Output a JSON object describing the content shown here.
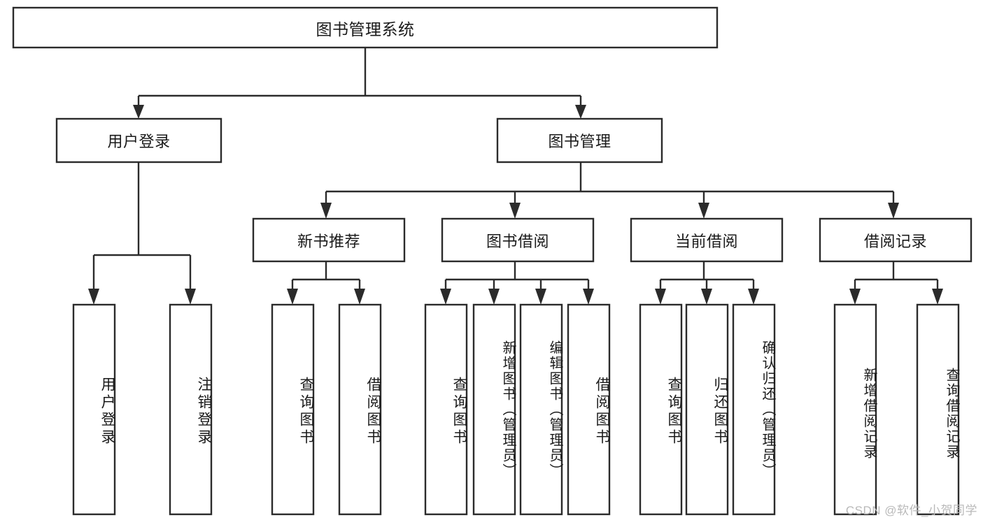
{
  "diagram": {
    "type": "tree-hierarchy",
    "title": "图书管理系统",
    "watermark": "CSDN @软件_小贺同学",
    "colors": {
      "box_fill": "#ffffff",
      "box_stroke": "#2b2b2b",
      "text": "#1a1a1a",
      "watermark": "#b9b9b9",
      "background": "#ffffff"
    },
    "nodes": {
      "root": {
        "label": "图书管理系统",
        "level": 1
      },
      "level2": [
        {
          "id": "user-login",
          "label": "用户登录"
        },
        {
          "id": "book-management",
          "label": "图书管理"
        }
      ],
      "level3": [
        {
          "id": "new-book-recommend",
          "label": "新书推荐",
          "parent": "book-management"
        },
        {
          "id": "book-borrow",
          "label": "图书借阅",
          "parent": "book-management"
        },
        {
          "id": "current-borrow",
          "label": "当前借阅",
          "parent": "book-management"
        },
        {
          "id": "borrow-record",
          "label": "借阅记录",
          "parent": "book-management"
        }
      ],
      "leaves": {
        "user-login": [
          {
            "id": "leaf-user-login",
            "label": "用户登录"
          },
          {
            "id": "leaf-user-logout",
            "label": "注销登录"
          }
        ],
        "new-book-recommend": [
          {
            "id": "leaf-query-book-1",
            "label": "查询图书"
          },
          {
            "id": "leaf-borrow-book-1",
            "label": "借阅图书"
          }
        ],
        "book-borrow": [
          {
            "id": "leaf-query-book-2",
            "label": "查询图书"
          },
          {
            "id": "leaf-add-book",
            "label": "新增图书（管理员）"
          },
          {
            "id": "leaf-edit-book",
            "label": "编辑图书（管理员）"
          },
          {
            "id": "leaf-borrow-book-2",
            "label": "借阅图书"
          }
        ],
        "current-borrow": [
          {
            "id": "leaf-query-book-3",
            "label": "查询图书"
          },
          {
            "id": "leaf-return-book",
            "label": "归还图书"
          },
          {
            "id": "leaf-confirm-return",
            "label": "确认归还（管理员）"
          }
        ],
        "borrow-record": [
          {
            "id": "leaf-add-record",
            "label": "新增借阅记录"
          },
          {
            "id": "leaf-query-record",
            "label": "查询借阅记录"
          }
        ]
      }
    }
  }
}
